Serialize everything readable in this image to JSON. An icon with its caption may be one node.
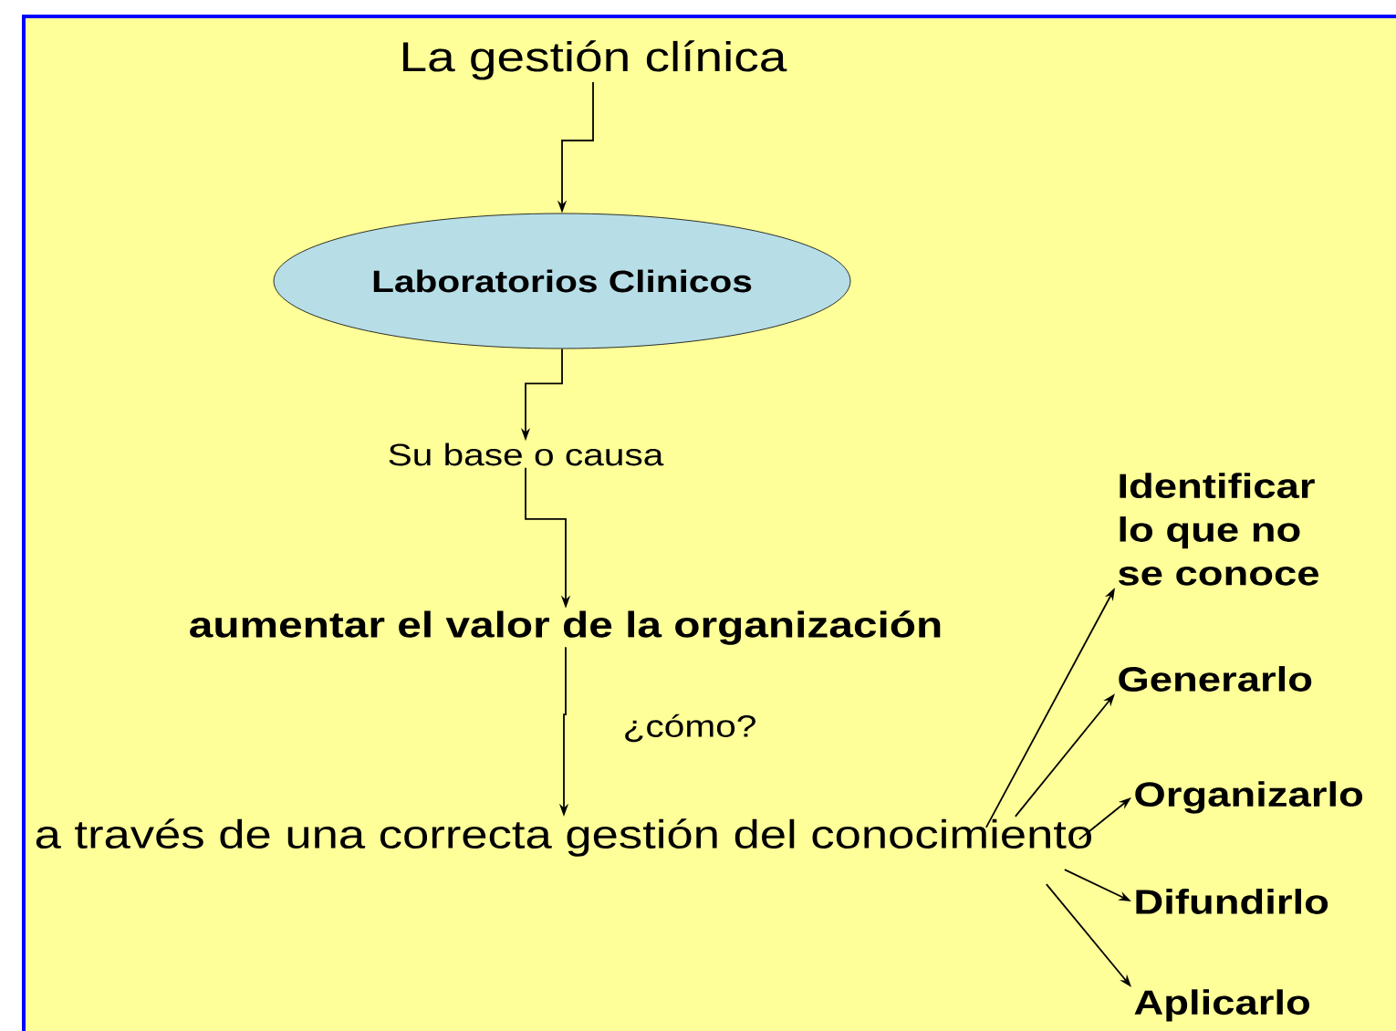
{
  "diagram": {
    "nodes": [
      {
        "text": [
          "La gestión clínica"
        ]
      },
      {
        "text": [
          "Laboratorios Clinicos"
        ]
      },
      {
        "text": [
          "Su base o causa"
        ]
      },
      {
        "text": [
          "aumentar el valor de la organización"
        ]
      },
      {
        "text": [
          "a través de una correcta gestión del conocimiento"
        ]
      },
      {
        "text": [
          "Identificar lo que no se conoce"
        ]
      },
      {
        "text": [
          "Generarlo"
        ]
      },
      {
        "text": [
          "Organizarlo"
        ]
      },
      {
        "text": [
          "Difundirlo"
        ]
      },
      {
        "text": [
          "Aplicarlo"
        ]
      }
    ],
    "edges": [
      {
        "from": 0,
        "to": 1,
        "arrow": "to"
      },
      {
        "from": 1,
        "to": 2,
        "arrow": "to"
      },
      {
        "from": 2,
        "to": 3,
        "arrow": "to"
      },
      {
        "from": 3,
        "to": 4,
        "arrow": "to",
        "label": "¿cómo?"
      },
      {
        "from": 4,
        "to": 5,
        "arrow": "to"
      },
      {
        "from": 4,
        "to": 6,
        "arrow": "to"
      },
      {
        "from": 4,
        "to": 7,
        "arrow": "to"
      },
      {
        "from": 4,
        "to": 8,
        "arrow": "to"
      },
      {
        "from": 4,
        "to": 9,
        "arrow": "to"
      }
    ]
  }
}
